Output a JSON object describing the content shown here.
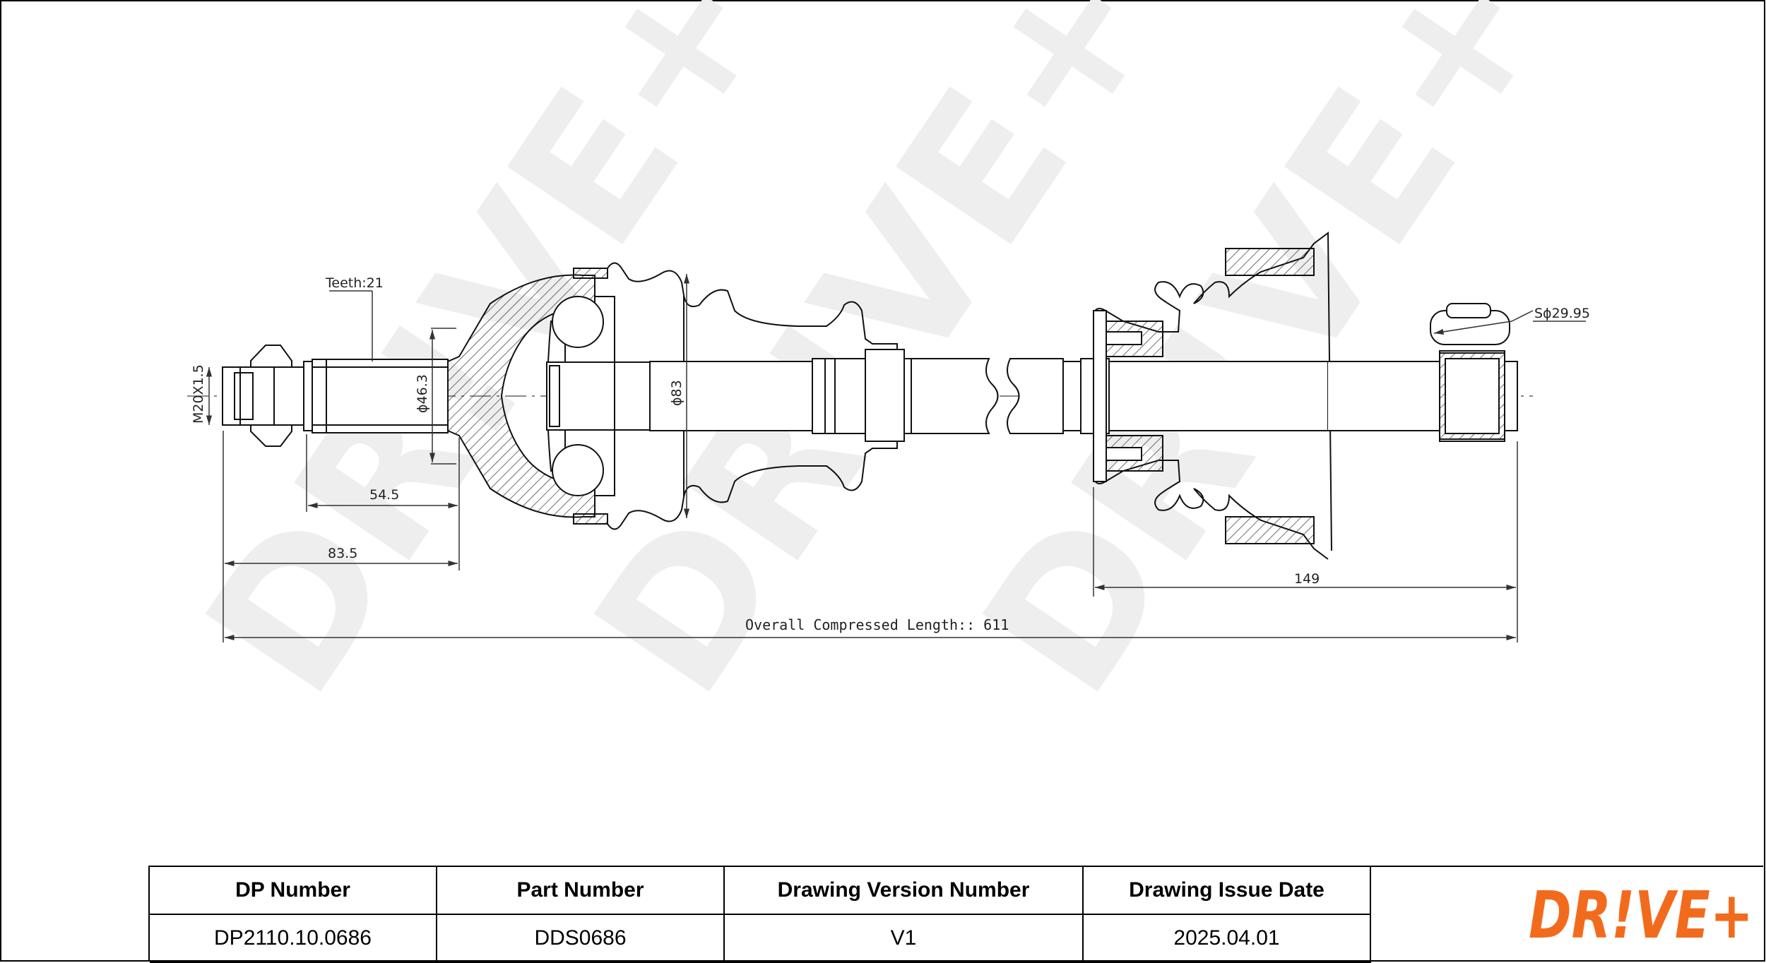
{
  "drawing": {
    "teeth_label": "Teeth:21",
    "thread_label": "M20X1.5",
    "dia_inner_label": "ϕ46.3",
    "dia_outer_label": "ϕ83",
    "sphere_label": "Sϕ29.95",
    "dim_54_5": "54.5",
    "dim_83_5": "83.5",
    "dim_149": "149",
    "overall_label": "Overall  Compressed  Length:: 611"
  },
  "watermark": {
    "text": "DR!VE+",
    "color": "#ebebeb"
  },
  "title_block": {
    "headers": {
      "dp_number": "DP Number",
      "part_number": "Part Number",
      "version": "Drawing Version Number",
      "issue_date": "Drawing Issue Date"
    },
    "values": {
      "dp_number": "DP2110.10.0686",
      "part_number": "DDS0686",
      "version": "V1",
      "issue_date": "2025.04.01"
    }
  },
  "logo": {
    "text": "DR!VE+",
    "color": "#f26b1d"
  }
}
